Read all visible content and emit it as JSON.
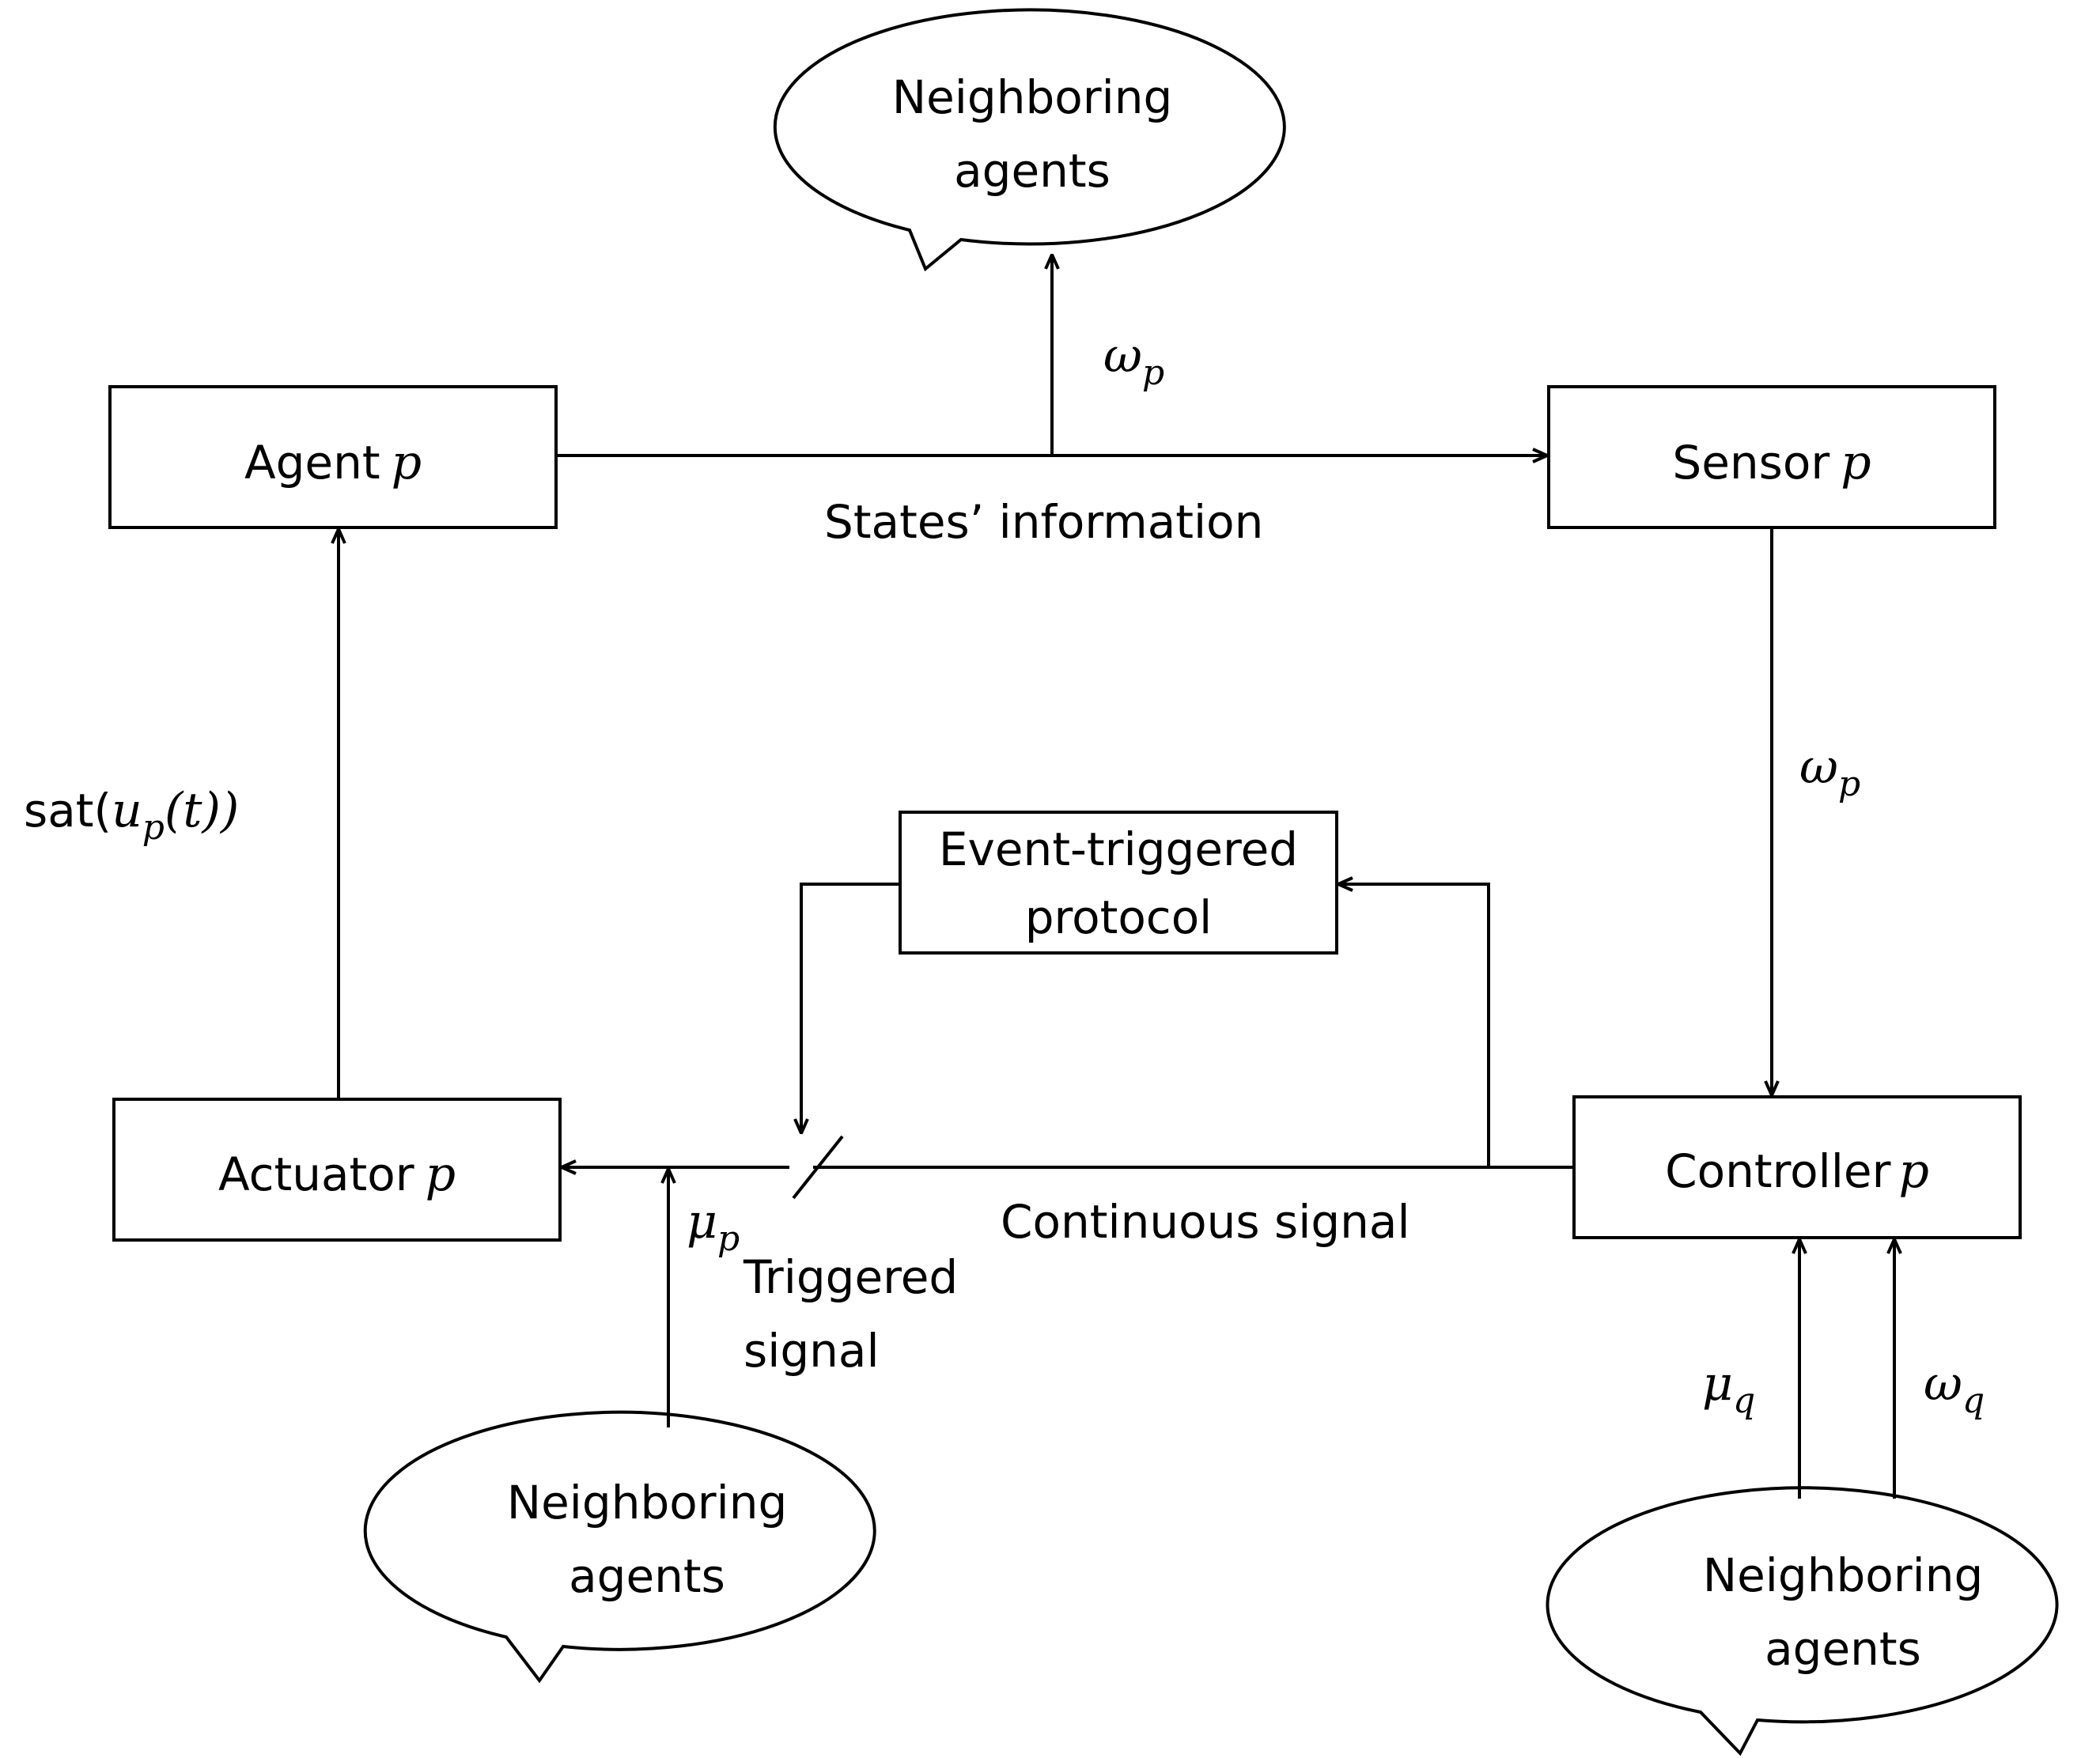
{
  "boxes": {
    "agent": {
      "label": "Agent",
      "var": "p"
    },
    "sensor": {
      "label": "Sensor",
      "var": "p"
    },
    "actuator": {
      "label": "Actuator",
      "var": "p"
    },
    "controller": {
      "label": "Controller",
      "var": "p"
    },
    "event": {
      "line1": "Event-triggered",
      "line2": "protocol"
    }
  },
  "bubbles": {
    "top": {
      "line1": "Neighboring",
      "line2": "agents"
    },
    "bottom_left": {
      "line1": "Neighboring",
      "line2": "agents"
    },
    "bottom_right": {
      "line1": "Neighboring",
      "line2": "agents"
    }
  },
  "labels": {
    "states_info": "States’ information",
    "continuous": "Continuous signal",
    "triggered_1": "Triggered",
    "triggered_2": "signal",
    "sat_prefix": "sat(",
    "sat_u": "u",
    "sat_p": "p",
    "sat_t": "(t))"
  },
  "math": {
    "omega": "ω",
    "mu": "μ",
    "p": "p",
    "q": "q"
  }
}
